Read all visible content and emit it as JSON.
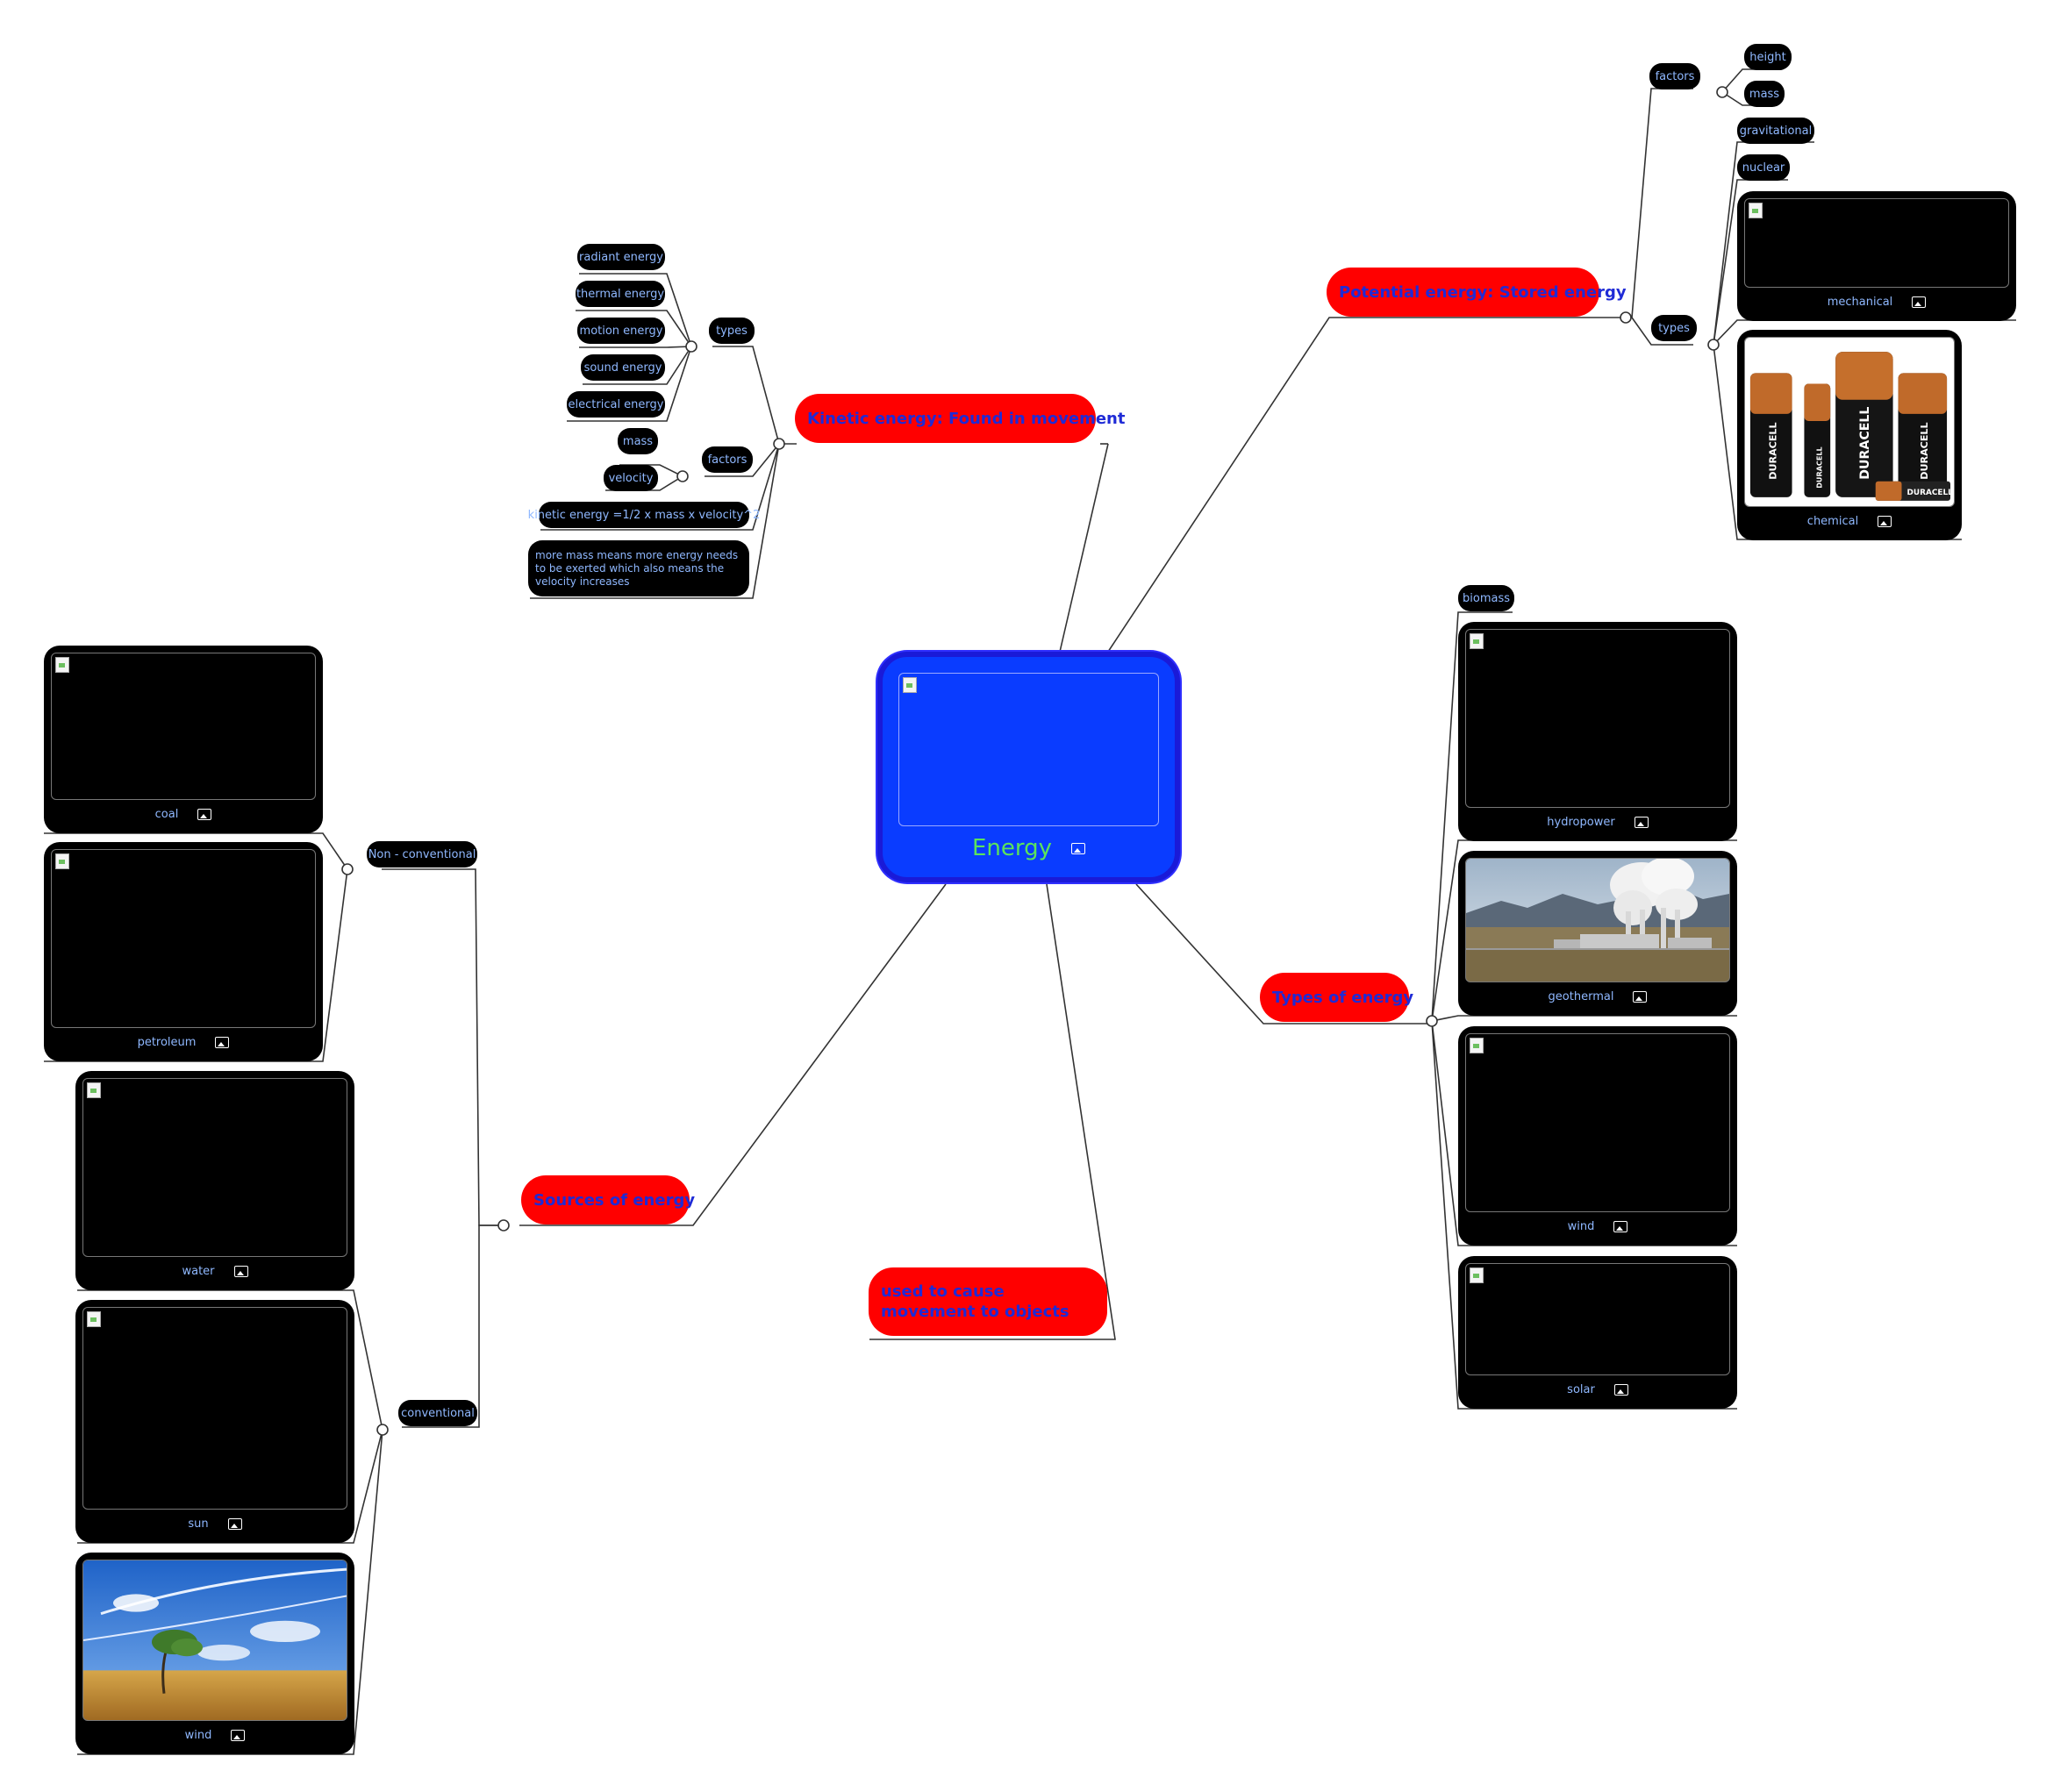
{
  "root": {
    "label": "Energy"
  },
  "branches": {
    "kinetic": {
      "label": "Kinetic energy: Found in movement",
      "types_label": "types",
      "types": [
        "radiant energy",
        "thermal energy",
        "motion energy",
        "sound energy",
        "electrical energy"
      ],
      "factors_label": "factors",
      "factors": [
        "mass",
        "velocity"
      ],
      "formula": "kinetic energy =1/2 x mass x velocity^2",
      "note": "more mass means more energy needs to be exerted which also means the velocity increases"
    },
    "potential": {
      "label": "Potential energy: Stored energy",
      "factors_label": "factors",
      "factors": [
        "height",
        "mass"
      ],
      "types_label": "types",
      "types_text": [
        "gravitational",
        "nuclear"
      ],
      "types_image": [
        "mechanical",
        "chemical"
      ]
    },
    "types_of_energy": {
      "label": "Types of energy",
      "text_items": [
        "biomass"
      ],
      "image_items": [
        "hydropower",
        "geothermal",
        "wind",
        "solar"
      ]
    },
    "sources": {
      "label": "Sources of energy",
      "non_conventional_label": "Non - conventional",
      "non_conventional": [
        "coal",
        "petroleum"
      ],
      "conventional_label": "conventional",
      "conventional": [
        "water",
        "sun",
        "wind"
      ]
    },
    "usage": {
      "label": "used to cause movement to objects"
    }
  },
  "colors": {
    "branch_fill": "#ff0000",
    "branch_text": "#1f2bd6",
    "root_fill": "#0a3cff",
    "root_text": "#5be35b",
    "leaf_fill": "#000000",
    "leaf_text": "#8fb8ff",
    "connector": "#333333"
  },
  "icons": {
    "image_marker": "picture-icon",
    "broken_image": "broken-image-icon"
  }
}
